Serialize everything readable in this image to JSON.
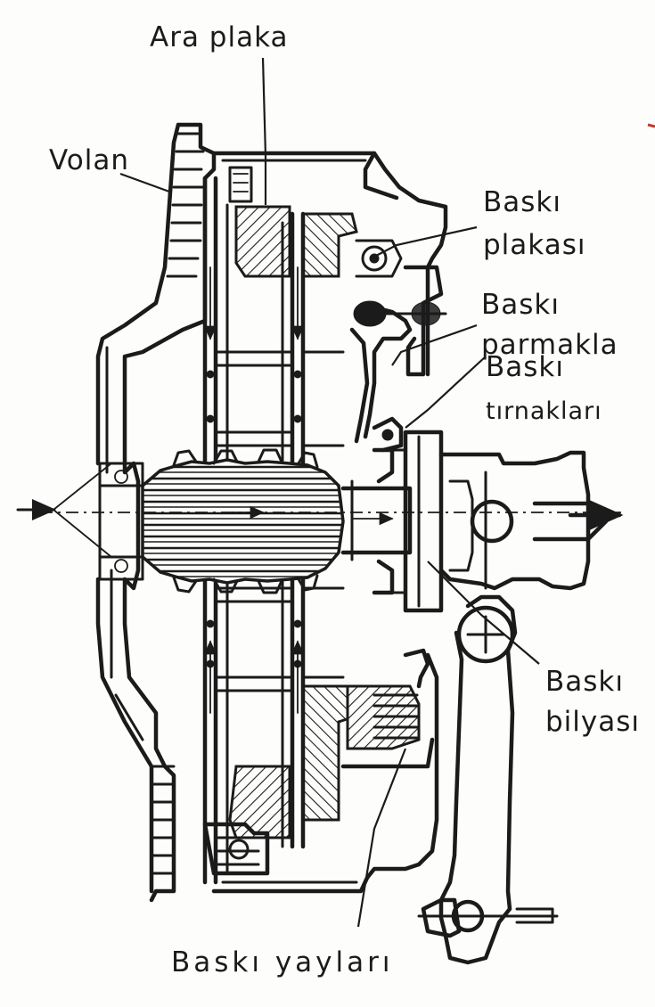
{
  "labels": {
    "ara_plaka": "Ara plaka",
    "volan": "Volan",
    "baski_plakasi_1": "Baskı",
    "baski_plakasi_2": "plakası",
    "baski_parmaklari_1": "Baskı",
    "baski_parmaklari_2": "parmakla",
    "baski_tirnaklari_1": "Baskı",
    "baski_tirnaklari_2": "tırnakları",
    "baski_bilyasi_1": "Baskı",
    "baski_bilyasi_2": "bilyası",
    "baski_yaylari": "Baskı yayları"
  },
  "colors": {
    "ink": "#1b1b1b",
    "paper": "#fdfdfb"
  }
}
